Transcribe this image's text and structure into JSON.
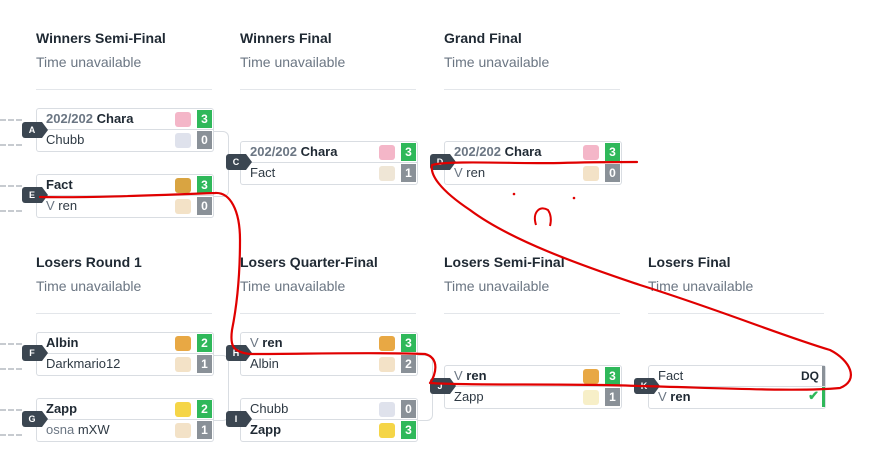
{
  "rounds": [
    {
      "title": "Winners Semi-Final",
      "time": "Time unavailable"
    },
    {
      "title": "Winners Final",
      "time": "Time unavailable"
    },
    {
      "title": "Grand Final",
      "time": "Time unavailable"
    },
    {
      "title": "Losers Round 1",
      "time": "Time unavailable"
    },
    {
      "title": "Losers Quarter-Final",
      "time": "Time unavailable"
    },
    {
      "title": "Losers Semi-Final",
      "time": "Time unavailable"
    },
    {
      "title": "Losers Final",
      "time": "Time unavailable"
    }
  ],
  "matches": [
    {
      "id": "A",
      "p1": {
        "tag": "202/202",
        "name": "Chara",
        "score": "3",
        "win": true,
        "char": "jigglypuff-icon",
        "color": "#f4b6c8"
      },
      "p2": {
        "tag": "",
        "name": "Chubb",
        "score": "0",
        "win": false,
        "char": "mewtwo-icon",
        "color": "#dfe2ec"
      }
    },
    {
      "id": "B",
      "p1": {
        "tag": "",
        "name": "Fact",
        "score": "3",
        "win": true,
        "char": "falco-icon",
        "color": "#d9a441"
      },
      "p2": {
        "tag": "V",
        "name": "ren",
        "score": "0",
        "win": false,
        "char": "fox-icon",
        "color": "#f3e2c7"
      }
    },
    {
      "id": "C",
      "p1": {
        "tag": "202/202",
        "name": "Chara",
        "score": "3",
        "win": true,
        "char": "jigglypuff-icon",
        "color": "#f4b6c8"
      },
      "p2": {
        "tag": "",
        "name": "Fact",
        "score": "1",
        "win": false,
        "char": "falco-icon",
        "color": "#efe6d6"
      }
    },
    {
      "id": "D",
      "p1": {
        "tag": "202/202",
        "name": "Chara",
        "score": "3",
        "win": true,
        "char": "jigglypuff-icon",
        "color": "#f4b6c8"
      },
      "p2": {
        "tag": "V",
        "name": "ren",
        "score": "0",
        "win": false,
        "char": "fox-icon",
        "color": "#f3e2c7"
      }
    },
    {
      "id": "F",
      "p1": {
        "tag": "",
        "name": "Albin",
        "score": "2",
        "win": true,
        "char": "fox-icon",
        "color": "#e8a844"
      },
      "p2": {
        "tag": "",
        "name": "Darkmario12",
        "score": "1",
        "win": false,
        "char": "fox-icon",
        "color": "#f3e2c7"
      }
    },
    {
      "id": "G",
      "p1": {
        "tag": "",
        "name": "Zapp",
        "score": "2",
        "win": true,
        "char": "pikachu-icon",
        "color": "#f5d547"
      },
      "p2": {
        "tag": "osna",
        "name": "mXW",
        "score": "1",
        "win": false,
        "char": "fox-icon",
        "color": "#f3e2c7"
      }
    },
    {
      "id": "H",
      "p1": {
        "tag": "V",
        "name": "ren",
        "score": "3",
        "win": true,
        "char": "fox-icon",
        "color": "#e8a844"
      },
      "p2": {
        "tag": "",
        "name": "Albin",
        "score": "2",
        "win": false,
        "char": "fox-icon",
        "color": "#f3e2c7"
      }
    },
    {
      "id": "I",
      "p1": {
        "tag": "",
        "name": "Chubb",
        "score": "0",
        "win": false,
        "char": "mewtwo-icon",
        "color": "#dfe2ec"
      },
      "p2": {
        "tag": "",
        "name": "Zapp",
        "score": "3",
        "win": true,
        "char": "pikachu-icon",
        "color": "#f5d547"
      }
    },
    {
      "id": "J",
      "p1": {
        "tag": "V",
        "name": "ren",
        "score": "3",
        "win": true,
        "char": "fox-icon",
        "color": "#e8a844"
      },
      "p2": {
        "tag": "",
        "name": "Zapp",
        "score": "1",
        "win": false,
        "char": "pikachu-icon",
        "color": "#f7efc8"
      }
    },
    {
      "id": "K",
      "p1": {
        "tag": "",
        "name": "Fact",
        "score": "DQ",
        "win": false
      },
      "p2": {
        "tag": "V",
        "name": "ren",
        "score": "✔",
        "win": true
      }
    }
  ],
  "colors": {
    "win": "#2fb85a",
    "loss": "#8a9198",
    "annotation": "#e00000"
  }
}
